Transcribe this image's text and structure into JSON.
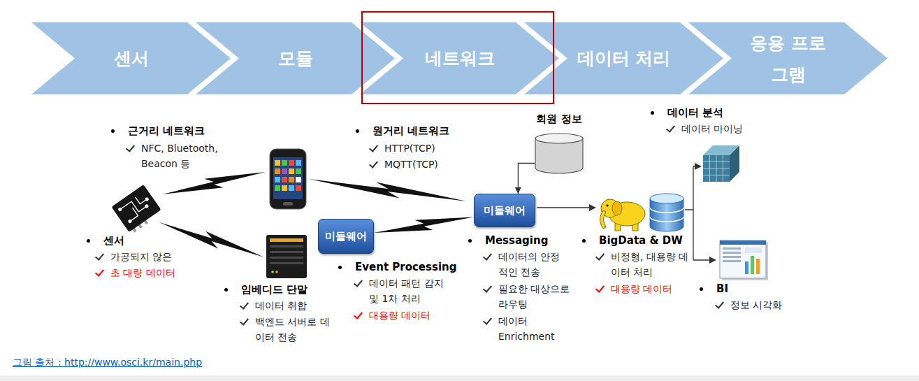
{
  "diagram": {
    "nodes": [
      {
        "text": [
          "센서"
        ]
      },
      {
        "text": [
          "모듈"
        ]
      },
      {
        "text": [
          "네트워크"
        ]
      },
      {
        "text": [
          "데이터 처리"
        ]
      },
      {
        "text": [
          "응용 프로그램"
        ]
      },
      {
        "text": [
          "미들웨어"
        ]
      },
      {
        "text": [
          "회원 정보"
        ]
      },
      {
        "text": [
          "미들웨어"
        ]
      }
    ],
    "edges": [
      {
        "from": 6,
        "to": 7,
        "arrow": "to"
      },
      {
        "from": 5,
        "to": 7,
        "arrow": "none"
      }
    ],
    "labels": [
      "근거리 네트워크",
      "NFC, Bluetooth, Beacon 등",
      "원거리 네트워크",
      "HTTP(TCP)",
      "MQTT(TCP)",
      "센서",
      "가공되지 않은",
      "초 대량 데이터",
      "임베디드 단말",
      "데이터 취합",
      "백엔드 서버로 데이터 전송",
      "Event Processing",
      "데이터 패턴 감지 및 1차 처리",
      "대용량 데이터",
      "Messaging",
      "데이터의 안정적인 전송",
      "필요한 대상으로 라우팅",
      "데이터 Enrichment",
      "BigData & DW",
      "비정형, 대용량 데이터 처리",
      "대용량 데이터",
      "데이터 분석",
      "데이터 마이닝",
      "BI",
      "정보 시각화",
      "그림 출처 : http://www.osci.kr/main.php"
    ]
  }
}
